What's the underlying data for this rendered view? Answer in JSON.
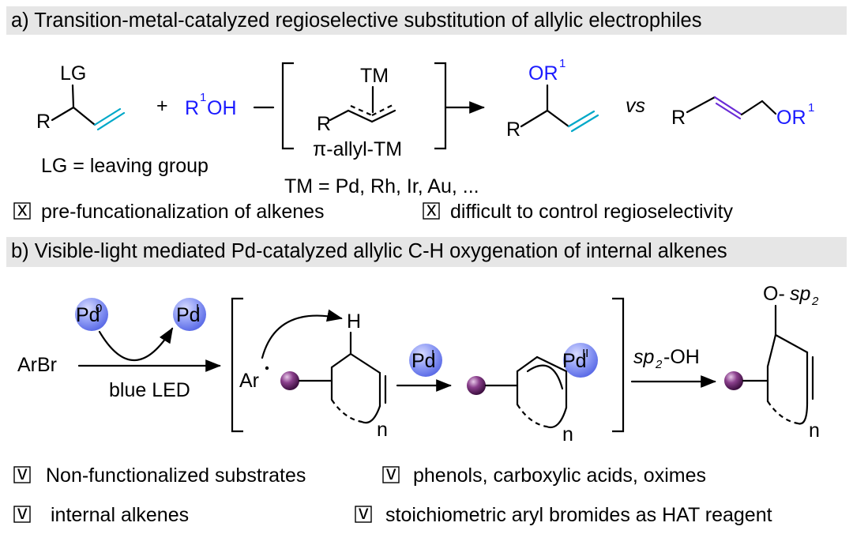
{
  "section_a": {
    "title": "a) Transition-metal-catalyzed regioselective substitution of allylic electrophiles",
    "lg": "LG",
    "r": "R",
    "plus": "+",
    "r1oh_r": "R",
    "r1oh_sup": "1",
    "r1oh_oh": "OH",
    "tm": "TM",
    "intermediate_label": "π-allyl-TM",
    "lg_def": "LG = leaving group",
    "tm_def": "TM = Pd, Rh, Ir, Au, ...",
    "product_or": "OR",
    "product_sup": "1",
    "vs": "vs",
    "drawback1": "pre-funcationalization of alkenes",
    "drawback2": "difficult to control regioselectivity",
    "box_mark": "x"
  },
  "section_b": {
    "title": "b) Visible-light mediated Pd-catalyzed allylic C-H oxygenation of internal alkenes",
    "pd0": "Pd",
    "pd0_sup": "0",
    "pd1": "Pd",
    "pd1_sup": "I",
    "pd2": "Pd",
    "pd2_sup": "II",
    "arbr": "ArBr",
    "blue_led": "blue LED",
    "ar": "Ar",
    "h": "H",
    "n": "n",
    "sp2oh_sp": "sp",
    "sp2oh_sub": "2",
    "sp2oh_rest": "-OH",
    "o_prefix": "O-",
    "product_sp": "sp",
    "product_sub": "2",
    "benefits": [
      "Non-functionalized substrates",
      "phenols, carboxylic acids, oximes",
      "internal alkenes",
      "stoichiometric aryl bromides as HAT reagent"
    ],
    "box_mark": "v"
  },
  "colors": {
    "band": "#e6e6e6",
    "blue_text": "#1a1aff",
    "alkene": "#00a8c8",
    "pd_sphere": "#8f9cf5",
    "substrate_ball": "#6b2a6e"
  }
}
